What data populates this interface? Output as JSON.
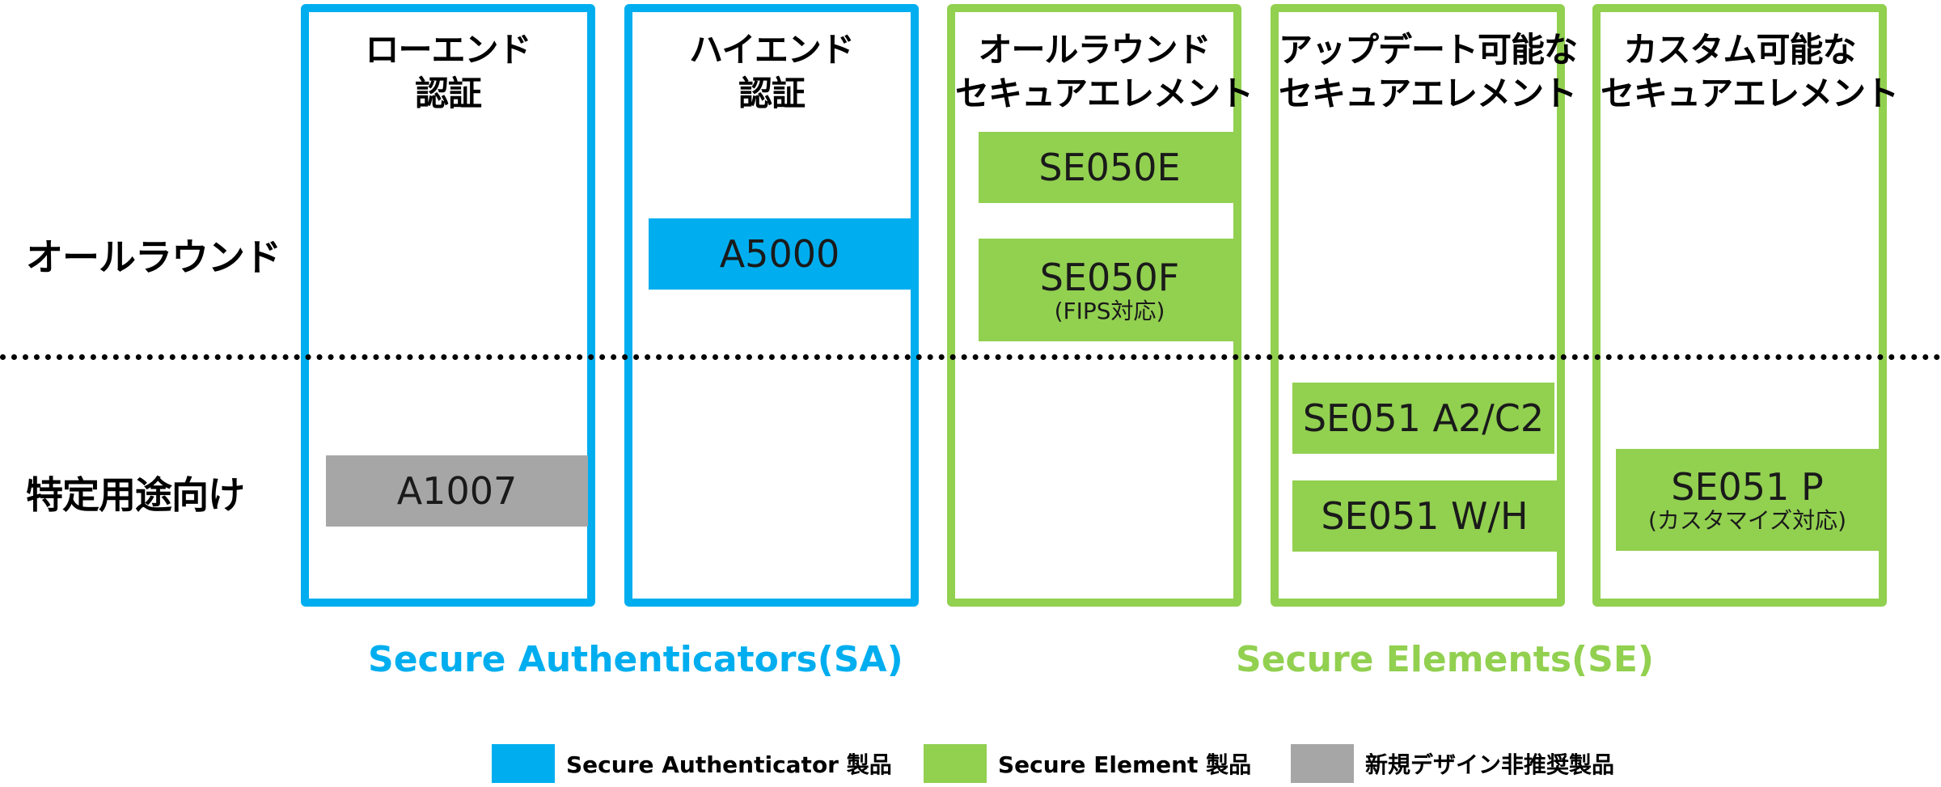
{
  "columns": [
    {
      "header_line1": "ローエンド",
      "header_line2": "認証",
      "group": "sa"
    },
    {
      "header_line1": "ハイエンド",
      "header_line2": "認証",
      "group": "sa"
    },
    {
      "header_line1": "オールラウンド",
      "header_line2": "セキュアエレメント",
      "group": "se"
    },
    {
      "header_line1": "アップデート可能な",
      "header_line2": "セキュアエレメント",
      "group": "se"
    },
    {
      "header_line1": "カスタム可能な",
      "header_line2": "セキュアエレメント",
      "group": "se"
    }
  ],
  "rows": {
    "allround": "オールラウンド",
    "specific": "特定用途向け"
  },
  "products": {
    "a5000": {
      "name": "A5000",
      "type": "sa"
    },
    "se050e": {
      "name": "SE050E",
      "type": "se"
    },
    "se050f": {
      "name": "SE050F",
      "note": "(FIPS対応)",
      "type": "se"
    },
    "a1007": {
      "name": "A1007",
      "type": "legacy"
    },
    "se051a2c2": {
      "name": "SE051 A2/C2",
      "type": "se"
    },
    "se051wh": {
      "name": "SE051 W/H",
      "type": "se"
    },
    "se051p": {
      "name": "SE051 P",
      "note": "(カスタマイズ対応)",
      "type": "se"
    }
  },
  "groups": {
    "sa": "Secure Authenticators(SA)",
    "se": "Secure Elements(SE)"
  },
  "legend": [
    {
      "label": "Secure Authenticator 製品",
      "color": "#00aeef"
    },
    {
      "label": "Secure Element 製品",
      "color": "#92d050"
    },
    {
      "label": "新規デザイン非推奨製品",
      "color": "#a6a6a6"
    }
  ],
  "colors": {
    "sa": "#00aeef",
    "se": "#92d050",
    "legacy": "#a6a6a6"
  }
}
